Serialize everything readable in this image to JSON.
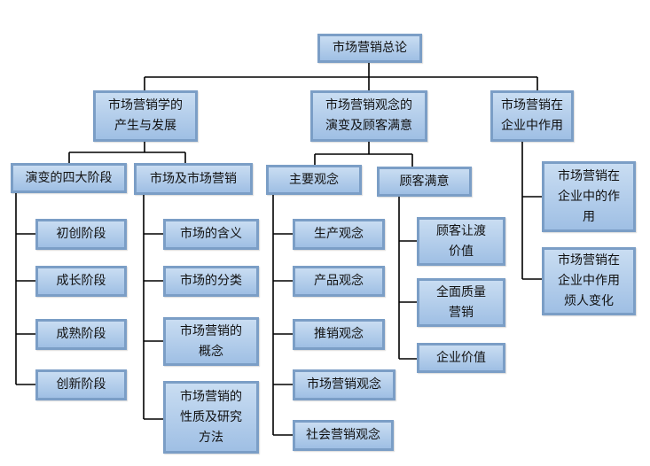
{
  "root": "市场营销总论",
  "level1": [
    {
      "label": "市场营销学的\n产生与发展"
    },
    {
      "label": "市场营销观念的\n演变及顾客满意"
    },
    {
      "label": "市场营销在\n企业中作用"
    }
  ],
  "level2": [
    {
      "label": "演变的四大阶段",
      "children": [
        "初创阶段",
        "成长阶段",
        "成熟阶段",
        "创新阶段"
      ]
    },
    {
      "label": "市场及市场营销",
      "children": [
        "市场的含义",
        "市场的分类",
        "市场营销的\n概念",
        "市场营销的\n性质及研究\n方法"
      ]
    },
    {
      "label": "主要观念",
      "children": [
        "生产观念",
        "产品观念",
        "推销观念",
        "市场营销观念",
        "社会营销观念"
      ]
    },
    {
      "label": "顾客满意",
      "children": [
        "顾客让渡\n价值",
        "全面质量\n营销",
        "企业价值"
      ]
    }
  ],
  "level1_children_c": [
    "市场营销在\n企业中的作\n用",
    "市场营销在\n企业中作用\n烦人变化"
  ]
}
